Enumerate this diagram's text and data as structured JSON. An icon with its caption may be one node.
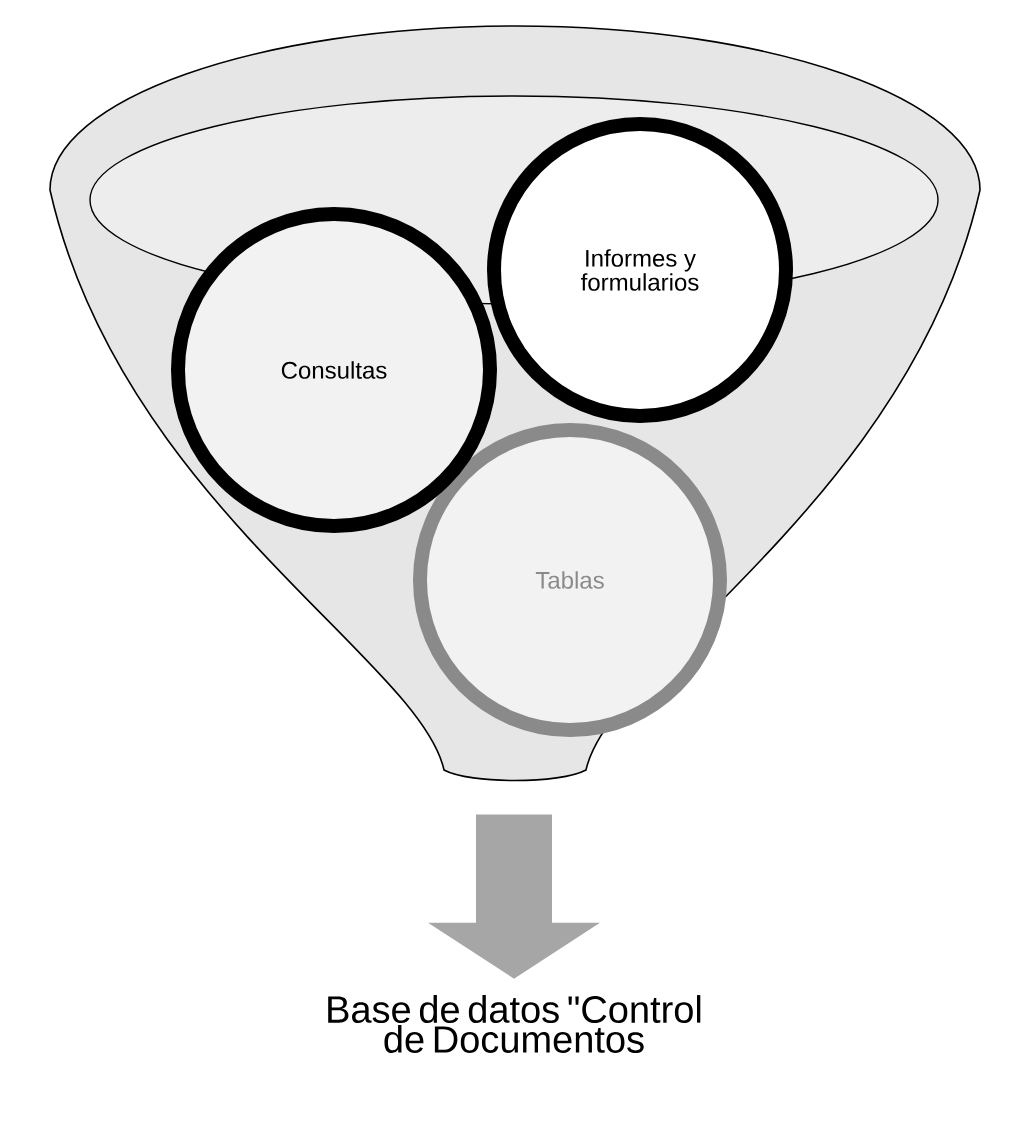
{
  "diagram": {
    "nodes": [
      {
        "text": [],
        "shape": "funnel"
      },
      {
        "text": [
          "Consultas"
        ],
        "in": 0
      },
      {
        "text": [
          "Informes y formularios"
        ],
        "in": 0
      },
      {
        "text": [
          "Tablas"
        ],
        "in": 0
      },
      {
        "text": [
          "Base de datos \"Control de Documentos"
        ]
      }
    ],
    "edges": [
      {
        "from": 0,
        "to": 4,
        "arrow": "to",
        "style": "thick"
      }
    ]
  }
}
